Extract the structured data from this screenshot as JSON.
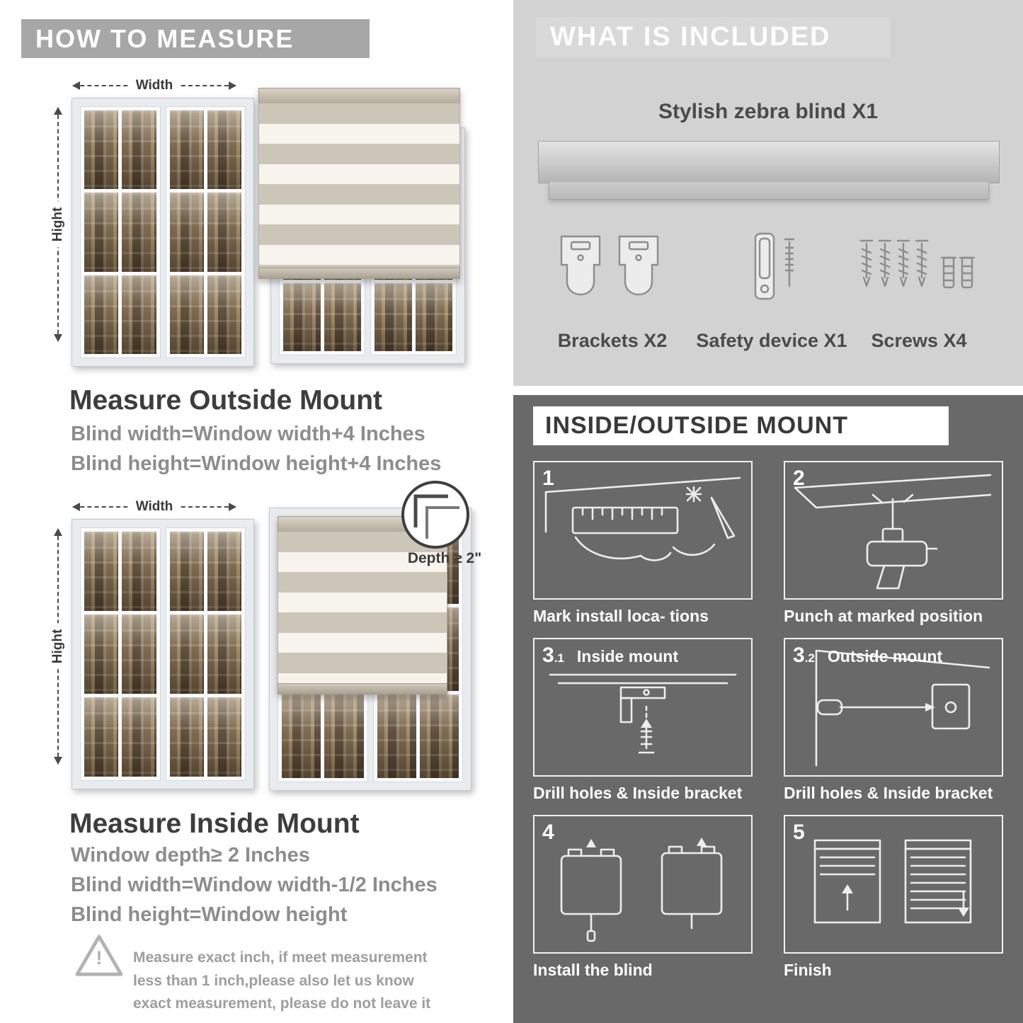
{
  "colors": {
    "left_banner_gray": "#a7a7a7",
    "included_panel_gray": "#d2d2d2",
    "mount_panel_gray": "#696969",
    "heading_text": "#3d3d3d",
    "body_text": "#8d8d8d",
    "blind_stripe_tan": "#ccc6b8",
    "blind_stripe_white": "#f7f4ee"
  },
  "measure": {
    "banner": "HOW TO MEASURE",
    "width_label": "Width",
    "height_label": "Hight",
    "outside": {
      "title": "Measure Outside Mount",
      "lines": [
        "Blind width=Window width+4 Inches",
        "Blind height=Window height+4 Inches"
      ]
    },
    "inside": {
      "title": "Measure Inside Mount",
      "depth_callout": "Depth ≥ 2\"",
      "lines": [
        "Window depth≥ 2 Inches",
        "Blind width=Window width-1/2 Inches",
        "Blind height=Window height"
      ]
    },
    "warning_mark": "!",
    "note": "Measure exact inch, if meet measurement less than 1 inch,please also let us know exact measurement, please do not leave it"
  },
  "included": {
    "banner": "WHAT IS INCLUDED",
    "product_label": "Stylish zebra blind X1",
    "items": [
      {
        "label": "Brackets X2"
      },
      {
        "label": "Safety device X1"
      },
      {
        "label": "Screws X4"
      }
    ]
  },
  "mount": {
    "banner": "INSIDE/OUTSIDE MOUNT",
    "steps": [
      {
        "num": "1",
        "sub": "",
        "title": "",
        "caption": "Mark install loca- tions"
      },
      {
        "num": "2",
        "sub": "",
        "title": "",
        "caption": "Punch at  marked position"
      },
      {
        "num": "3",
        "sub": ".1",
        "title": "Inside mount",
        "caption": "Drill holes &  Inside bracket"
      },
      {
        "num": "3",
        "sub": ".2",
        "title": "Outside mount",
        "caption": "Drill holes &  Inside bracket"
      },
      {
        "num": "4",
        "sub": "",
        "title": "",
        "caption": "Install the blind"
      },
      {
        "num": "5",
        "sub": "",
        "title": "",
        "caption": "Finish"
      }
    ]
  }
}
